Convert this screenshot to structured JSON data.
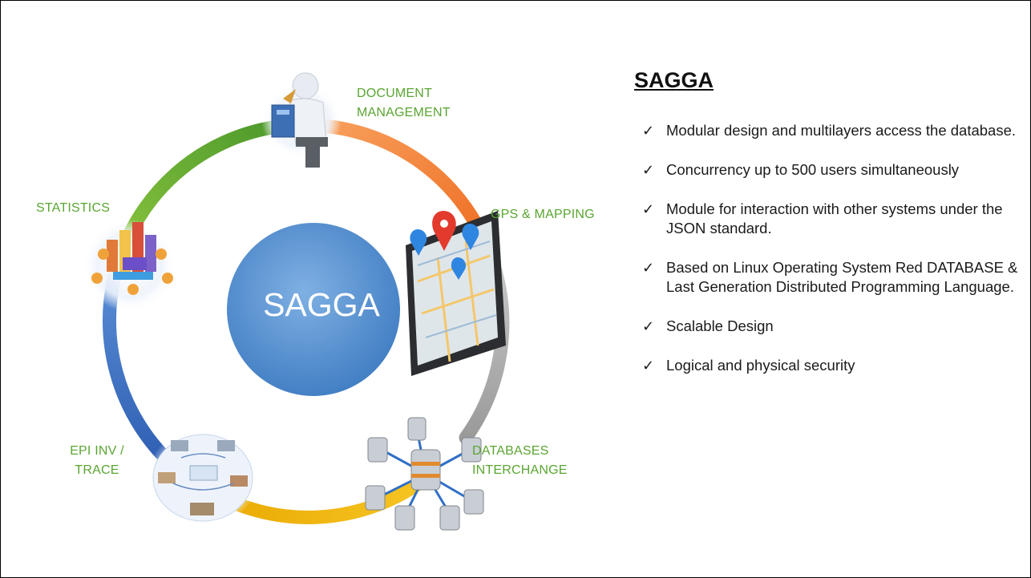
{
  "center": {
    "label": "SAGGA"
  },
  "modules": [
    {
      "label": "DOCUMENT\nMANAGEMENT",
      "icon": "document-management-icon"
    },
    {
      "label": "GPS & MAPPING",
      "icon": "map-pin-icon"
    },
    {
      "label": "DATABASES\nINTERCHANGE",
      "icon": "database-network-icon"
    },
    {
      "label": "EPI INV /\nTRACE",
      "icon": "trace-diagram-icon"
    },
    {
      "label": "STATISTICS",
      "icon": "statistics-meeting-icon"
    }
  ],
  "panel": {
    "title": "SAGGA",
    "bullets": [
      "Modular design and multilayers access the database.",
      "Concurrency up to 500 users simultaneously",
      "Module for interaction with other systems under the JSON standard.",
      "Based on Linux Operating System Red DATABASE & Last Generation Distributed Programming Language.",
      "Scalable Design",
      "Logical and physical security"
    ],
    "check_glyph": "✓"
  },
  "colors": {
    "ring_orange": "#f47c2a",
    "ring_gray": "#b5b5b5",
    "ring_yellow": "#f0b800",
    "ring_blue": "#3f72c4",
    "ring_green": "#6cae3a",
    "center_circle": "#5b95d4",
    "label_green": "#5aa532"
  }
}
